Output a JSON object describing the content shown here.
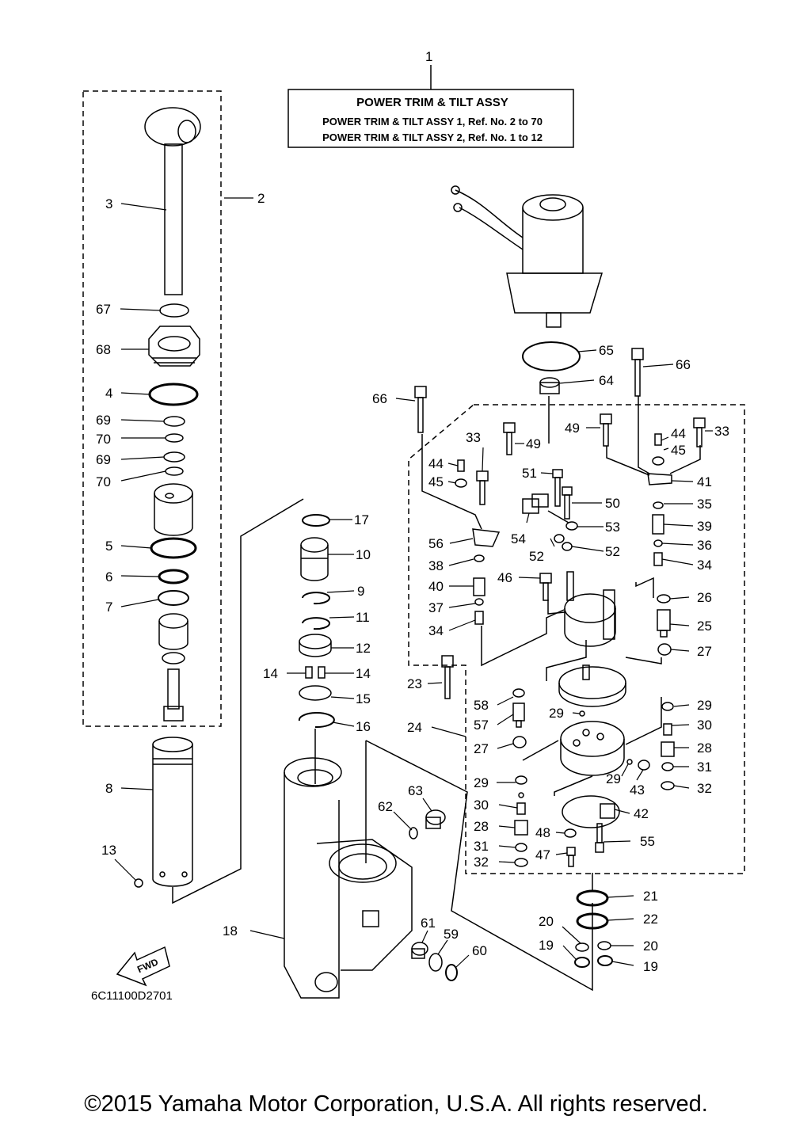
{
  "title_box": {
    "number": "1",
    "heading": "POWER TRIM & TILT ASSY",
    "line1": "POWER TRIM & TILT ASSY 1, Ref. No. 2 to 70",
    "line2": "POWER TRIM & TILT ASSY 2, Ref. No. 1 to 12"
  },
  "diagram_code": "6C11100D2701",
  "fwd_label": "FWD",
  "copyright": "©2015 Yamaha Motor Corporation, U.S.A. All rights reserved.",
  "callouts": [
    "1",
    "2",
    "3",
    "4",
    "5",
    "6",
    "7",
    "8",
    "9",
    "10",
    "11",
    "12",
    "13",
    "14",
    "14",
    "15",
    "16",
    "17",
    "18",
    "19",
    "19",
    "20",
    "20",
    "21",
    "22",
    "23",
    "24",
    "25",
    "26",
    "27",
    "27",
    "28",
    "28",
    "29",
    "29",
    "29",
    "29",
    "30",
    "30",
    "31",
    "31",
    "32",
    "32",
    "33",
    "33",
    "34",
    "34",
    "35",
    "36",
    "37",
    "38",
    "39",
    "40",
    "41",
    "42",
    "43",
    "44",
    "44",
    "45",
    "45",
    "46",
    "47",
    "48",
    "49",
    "49",
    "50",
    "51",
    "52",
    "52",
    "53",
    "54",
    "55",
    "56",
    "57",
    "58",
    "59",
    "60",
    "61",
    "62",
    "63",
    "64",
    "65",
    "66",
    "66",
    "67",
    "68",
    "69",
    "69",
    "70",
    "70"
  ]
}
